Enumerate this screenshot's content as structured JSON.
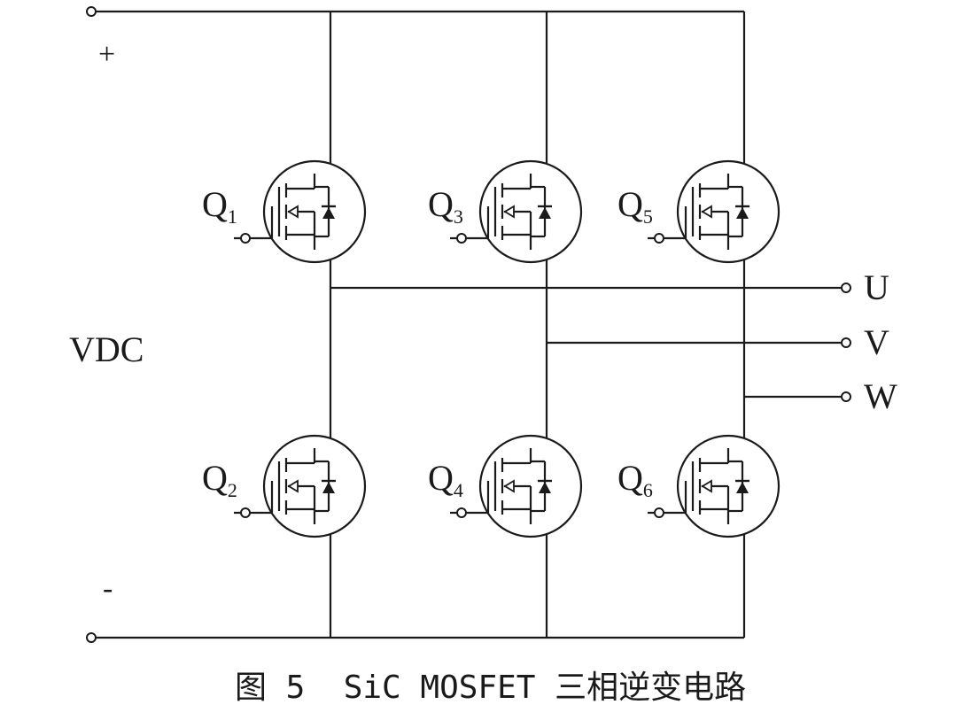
{
  "labels": {
    "plus": "+",
    "minus": "-",
    "vdc": "VDC",
    "u": "U",
    "v": "V",
    "w": "W"
  },
  "devices": [
    {
      "name": "Q",
      "sub": "1"
    },
    {
      "name": "Q",
      "sub": "2"
    },
    {
      "name": "Q",
      "sub": "3"
    },
    {
      "name": "Q",
      "sub": "4"
    },
    {
      "name": "Q",
      "sub": "5"
    },
    {
      "name": "Q",
      "sub": "6"
    }
  ],
  "caption": "图 5  SiC MOSFET 三相逆变电路"
}
